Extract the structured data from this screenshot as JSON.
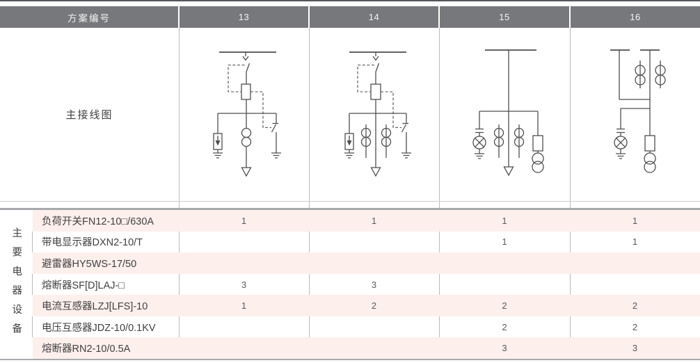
{
  "table": {
    "header": {
      "scheme_label": "方案编号",
      "schemes": [
        "13",
        "14",
        "15",
        "16"
      ]
    },
    "diagram_row_label": "主接线图",
    "equipment_group_label": "主要电器设备",
    "equipment": {
      "rows": [
        {
          "name": "负荷开关FN12-10□/630A",
          "qty": [
            "1",
            "1",
            "1",
            "1"
          ]
        },
        {
          "name": "带电显示器DXN2-10/T",
          "qty": [
            "",
            "",
            "1",
            "1"
          ]
        },
        {
          "name": "避雷器HY5WS-17/50",
          "qty": [
            "",
            "",
            "",
            ""
          ]
        },
        {
          "name": "熔断器SF[D]LAJ-□",
          "qty": [
            "3",
            "3",
            "",
            ""
          ]
        },
        {
          "name": "电流互感器LZJ[LFS]-10",
          "qty": [
            "1",
            "2",
            "2",
            "2"
          ]
        },
        {
          "name": "电压互感器JDZ-10/0.1KV",
          "qty": [
            "",
            "",
            "2",
            "2"
          ]
        },
        {
          "name": "熔断器RN2-10/0.5A",
          "qty": [
            "",
            "",
            "3",
            "3"
          ]
        }
      ]
    },
    "diagram_symbols": [
      "busbar",
      "load-switch",
      "fuse",
      "surge-arrester",
      "earthing-switch",
      "current-transformer",
      "voltage-transformer",
      "live-display-indicator",
      "outgoing-feeder-arrow"
    ]
  },
  "colors": {
    "header_bg": "#77787B",
    "header_text": "#F4F4F4",
    "row_stripe": "#FDEFEC",
    "grid_line": "#B9BABC",
    "heavy_rule": "#A7A9AC",
    "diagram_line": "#4D4D4F",
    "body_text": "#414042"
  }
}
